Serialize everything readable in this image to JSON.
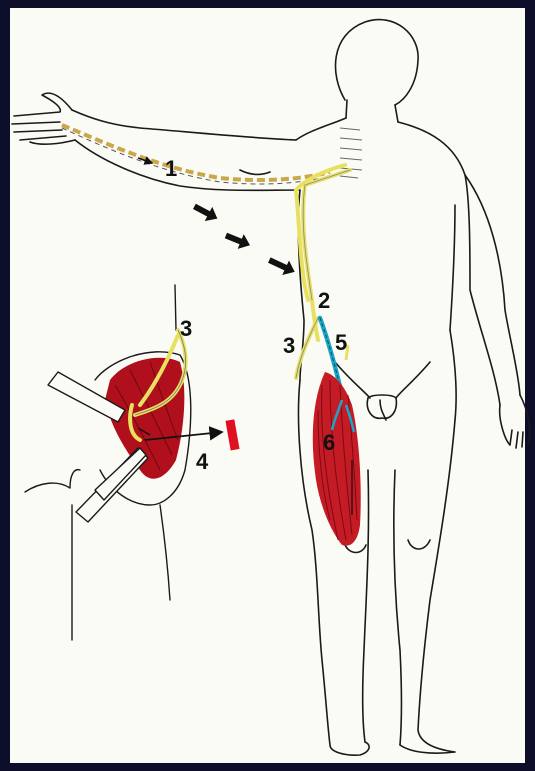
{
  "labels": {
    "one": "1",
    "two": "2",
    "three_right": "3",
    "three_left": "3",
    "four": "4",
    "five": "5",
    "six": "6"
  },
  "colors": {
    "background_frame": "#0d0f2a",
    "paper": "#fbfbf6",
    "outline": "#1a1a1a",
    "nerve_yellow": "#e8e060",
    "nerve_blue": "#1aa6c8",
    "muscle_red": "#b0101c",
    "marker_red": "#e01020"
  },
  "icons": {
    "arrows": "bold-arrow-icon",
    "clamp": "surgical-clamp-icon"
  }
}
